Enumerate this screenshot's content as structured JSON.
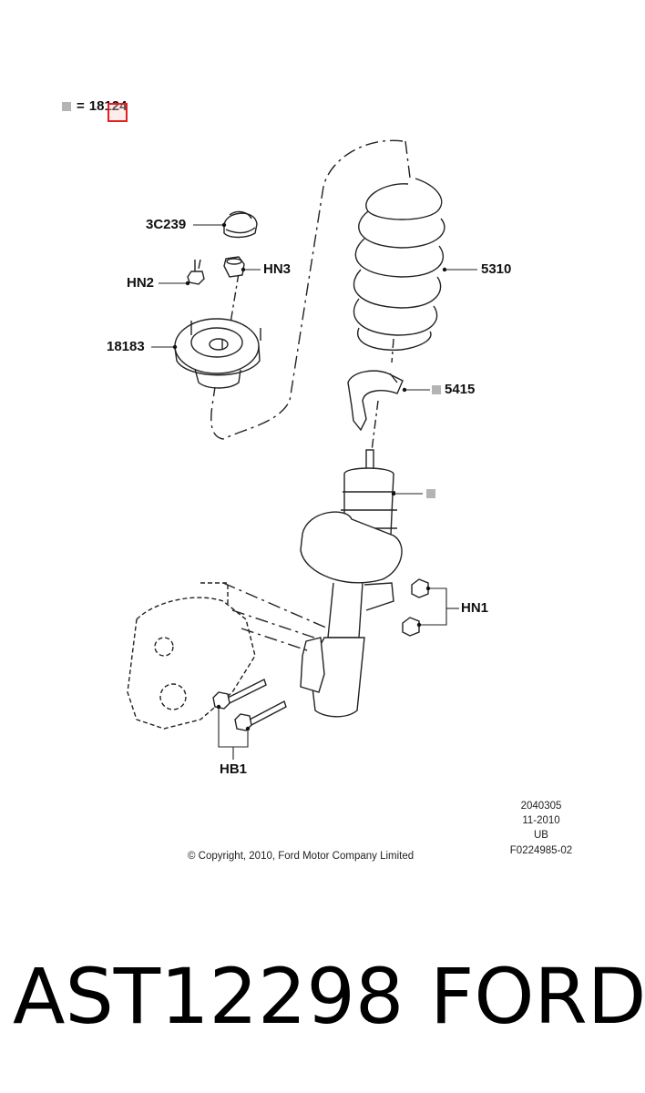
{
  "legend": {
    "equals": "=",
    "part": "18124"
  },
  "callouts": {
    "c3c239": "3C239",
    "hn3": "HN3",
    "hn2": "HN2",
    "p18183": "18183",
    "p5310": "5310",
    "p5415": "5415",
    "hn1": "HN1",
    "hb1": "HB1"
  },
  "meta": {
    "code": "2040305",
    "date": "11-2010",
    "region": "UB",
    "figure": "F0224985-02"
  },
  "copyright": "© Copyright, 2010, Ford Motor Company Limited",
  "caption": {
    "part_number": "AST12298",
    "brand": "FORD"
  },
  "colors": {
    "callout_marker": "#b4b4b4",
    "highlight": "#e02020"
  }
}
